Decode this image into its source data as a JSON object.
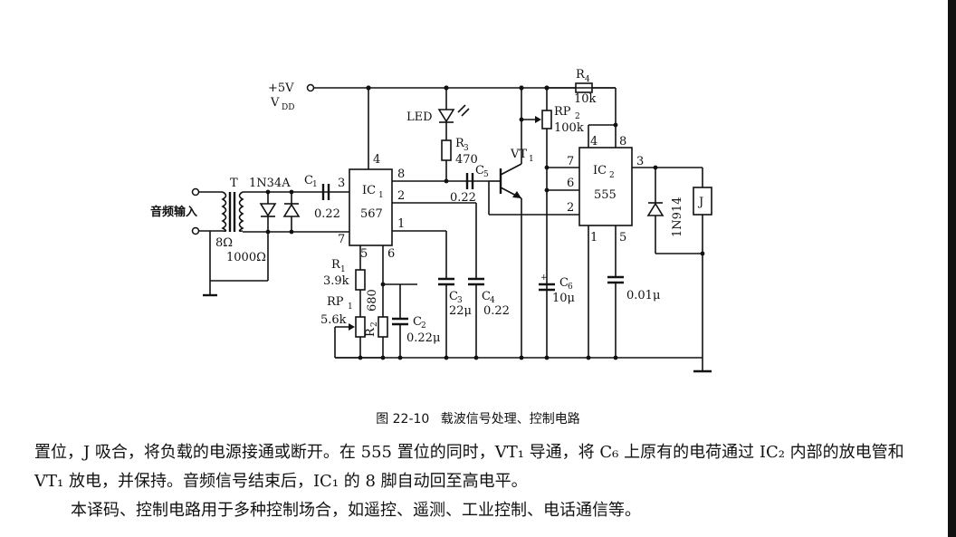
{
  "supply": {
    "voltage": "+5V",
    "name": "V",
    "sub": "DD"
  },
  "transformer": {
    "label": "T",
    "impedance": "8Ω",
    "ratio": "1000Ω",
    "input": "音频输入"
  },
  "diode1": "1N34A",
  "c1": {
    "name": "C",
    "sub": "1",
    "value": "0.22"
  },
  "ic1": {
    "name": "IC",
    "sub": "1",
    "part": "567",
    "pins": {
      "p1": "1",
      "p2": "2",
      "p3": "3",
      "p4": "4",
      "p5": "5",
      "p6": "6",
      "p7": "7",
      "p8": "8"
    }
  },
  "r1": {
    "name": "R",
    "sub": "1",
    "value": "3.9k"
  },
  "rp1": {
    "name": "RP",
    "sub": "1",
    "value": "5.6k"
  },
  "r2": {
    "name": "R",
    "sub": "2",
    "value": "680"
  },
  "c2": {
    "name": "C",
    "sub": "2",
    "value": "0.22μ"
  },
  "c3": {
    "name": "C",
    "sub": "3",
    "value": "22μ"
  },
  "c4": {
    "name": "C",
    "sub": "4",
    "value": "0.22"
  },
  "led": "LED",
  "r3": {
    "name": "R",
    "sub": "3",
    "value": "470"
  },
  "c5": {
    "name": "C",
    "sub": "5",
    "value": "0.22"
  },
  "vt1": {
    "name": "VT",
    "sub": "1"
  },
  "r4": {
    "name": "R",
    "sub": "4",
    "value": "10k"
  },
  "rp2": {
    "name": "RP",
    "sub": "2",
    "value": "100k"
  },
  "c6": {
    "name": "C",
    "sub": "6",
    "value": "10μ",
    "plus": "+"
  },
  "ic2": {
    "name": "IC",
    "sub": "2",
    "part": "555",
    "pins": {
      "p1": "1",
      "p2": "2",
      "p3": "3",
      "p4": "4",
      "p5": "5",
      "p6": "6",
      "p7": "7",
      "p8": "8"
    }
  },
  "c7": {
    "value": "0.01μ"
  },
  "diode2": "1N914",
  "relay": "J",
  "caption": {
    "number": "图 22-10",
    "title": "载波信号处理、控制电路"
  },
  "paragraph1": "置位，J 吸合，将负载的电源接通或断开。在 555 置位的同时，VT₁ 导通，将 C₆ 上原有的电荷通过 IC₂ 内部的放电管和 VT₁ 放电，并保持。音频信号结束后，IC₁ 的 8 脚自动回至高电平。",
  "paragraph2": "本译码、控制电路用于多种控制场合，如遥控、遥测、工业控制、电话通信等。"
}
